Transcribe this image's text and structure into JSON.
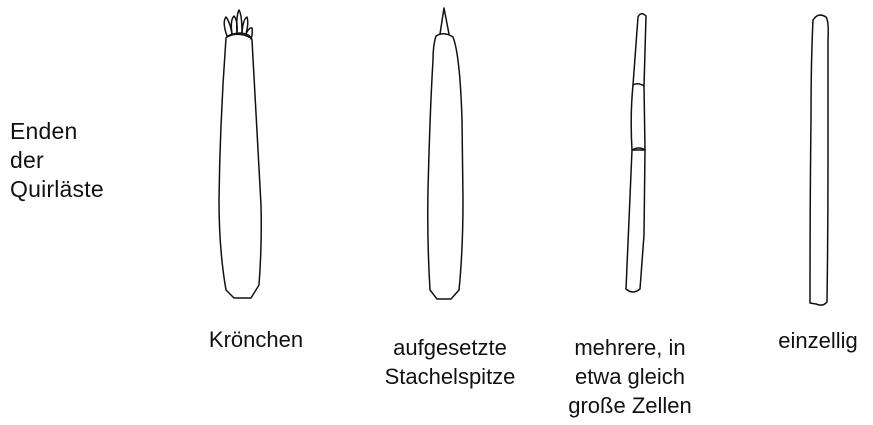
{
  "row_label": [
    "Enden",
    "der",
    "Quirläste"
  ],
  "types": [
    {
      "id": "kroenchen",
      "caption": [
        "Krönchen"
      ]
    },
    {
      "id": "stachelspitze",
      "caption": [
        "aufgesetzte",
        "Stachelspitze"
      ]
    },
    {
      "id": "mehrzellig",
      "caption": [
        "mehrere, in",
        "etwa gleich",
        "große Zellen"
      ]
    },
    {
      "id": "einzellig",
      "caption": [
        "einzellig"
      ]
    }
  ],
  "colors": {
    "stroke": "#111111",
    "background": "#ffffff"
  }
}
